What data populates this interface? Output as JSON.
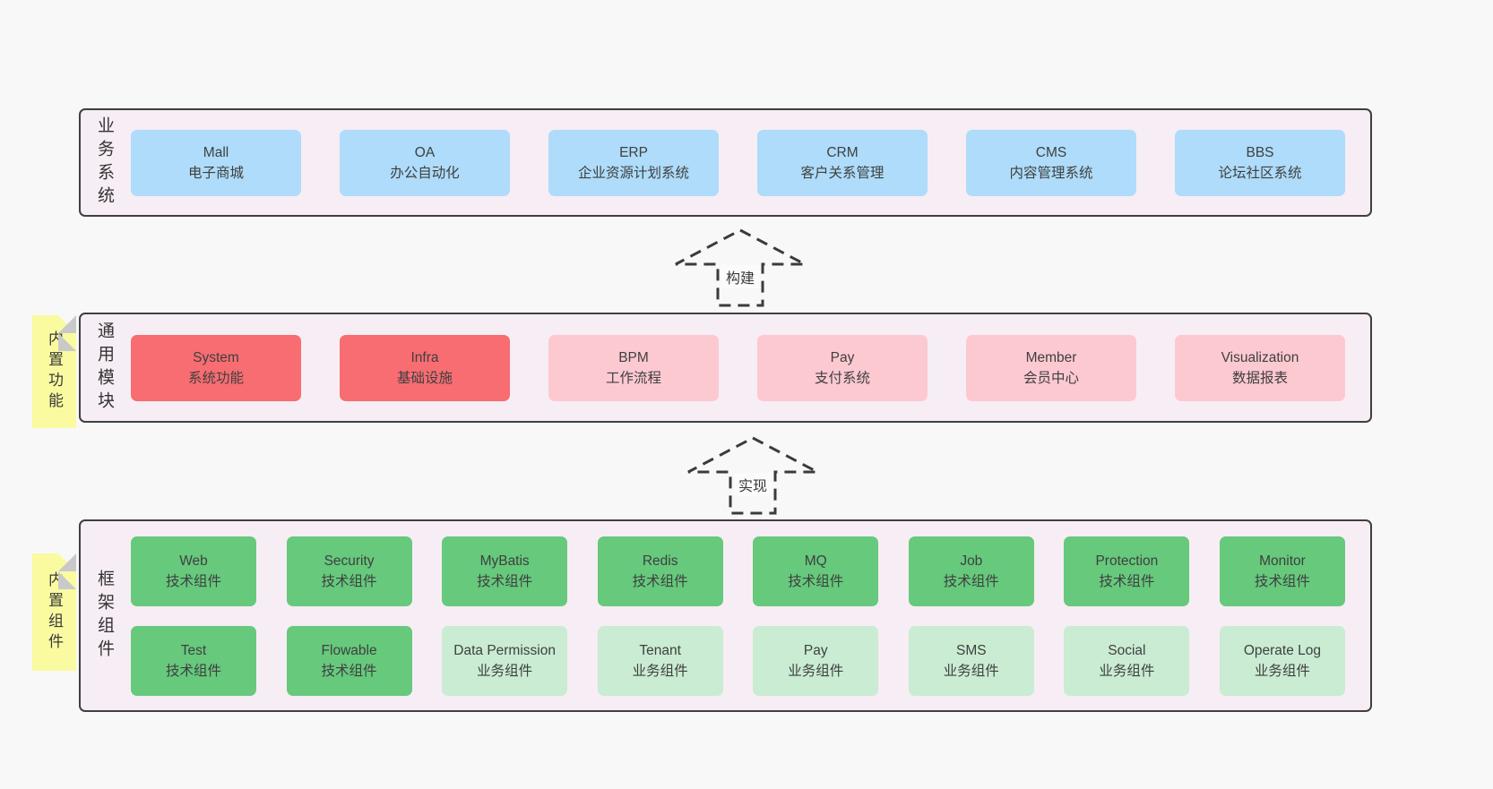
{
  "colors": {
    "page_bg": "#f8f8f8",
    "band_bg": "#f7edf5",
    "band_border": "#3f3f3f",
    "blue_box": "#aedcfa",
    "red_box": "#f76d72",
    "pink_box": "#fdc9d1",
    "green_box": "#66c97c",
    "light_green_box": "#c9ecd2",
    "note_yellow": "#fafaa0",
    "note_fold": "#c9c9c9",
    "text": "#3f3f3f"
  },
  "business": {
    "label": "业务系统",
    "boxes": [
      {
        "title": "Mall",
        "subtitle": "电子商城",
        "variant": "blue"
      },
      {
        "title": "OA",
        "subtitle": "办公自动化",
        "variant": "blue"
      },
      {
        "title": "ERP",
        "subtitle": "企业资源计划系统",
        "variant": "blue"
      },
      {
        "title": "CRM",
        "subtitle": "客户关系管理",
        "variant": "blue"
      },
      {
        "title": "CMS",
        "subtitle": "内容管理系统",
        "variant": "blue"
      },
      {
        "title": "BBS",
        "subtitle": "论坛社区系统",
        "variant": "blue"
      }
    ]
  },
  "arrow_build": {
    "label": "构建"
  },
  "common": {
    "label": "通用模块",
    "note": "内置功能",
    "boxes": [
      {
        "title": "System",
        "subtitle": "系统功能",
        "variant": "red"
      },
      {
        "title": "Infra",
        "subtitle": "基础设施",
        "variant": "red"
      },
      {
        "title": "BPM",
        "subtitle": "工作流程",
        "variant": "pink"
      },
      {
        "title": "Pay",
        "subtitle": "支付系统",
        "variant": "pink"
      },
      {
        "title": "Member",
        "subtitle": "会员中心",
        "variant": "pink"
      },
      {
        "title": "Visualization",
        "subtitle": "数据报表",
        "variant": "pink"
      }
    ]
  },
  "arrow_implement": {
    "label": "实现"
  },
  "framework": {
    "label": "框架组件",
    "note": "内置组件",
    "row1": [
      {
        "title": "Web",
        "subtitle": "技术组件",
        "variant": "green"
      },
      {
        "title": "Security",
        "subtitle": "技术组件",
        "variant": "green"
      },
      {
        "title": "MyBatis",
        "subtitle": "技术组件",
        "variant": "green"
      },
      {
        "title": "Redis",
        "subtitle": "技术组件",
        "variant": "green"
      },
      {
        "title": "MQ",
        "subtitle": "技术组件",
        "variant": "green"
      },
      {
        "title": "Job",
        "subtitle": "技术组件",
        "variant": "green"
      },
      {
        "title": "Protection",
        "subtitle": "技术组件",
        "variant": "green"
      },
      {
        "title": "Monitor",
        "subtitle": "技术组件",
        "variant": "green"
      }
    ],
    "row2": [
      {
        "title": "Test",
        "subtitle": "技术组件",
        "variant": "green"
      },
      {
        "title": "Flowable",
        "subtitle": "技术组件",
        "variant": "green"
      },
      {
        "title": "Data Permission",
        "subtitle": "业务组件",
        "variant": "green-light"
      },
      {
        "title": "Tenant",
        "subtitle": "业务组件",
        "variant": "green-light"
      },
      {
        "title": "Pay",
        "subtitle": "业务组件",
        "variant": "green-light"
      },
      {
        "title": "SMS",
        "subtitle": "业务组件",
        "variant": "green-light"
      },
      {
        "title": "Social",
        "subtitle": "业务组件",
        "variant": "green-light"
      },
      {
        "title": "Operate Log",
        "subtitle": "业务组件",
        "variant": "green-light"
      }
    ]
  }
}
